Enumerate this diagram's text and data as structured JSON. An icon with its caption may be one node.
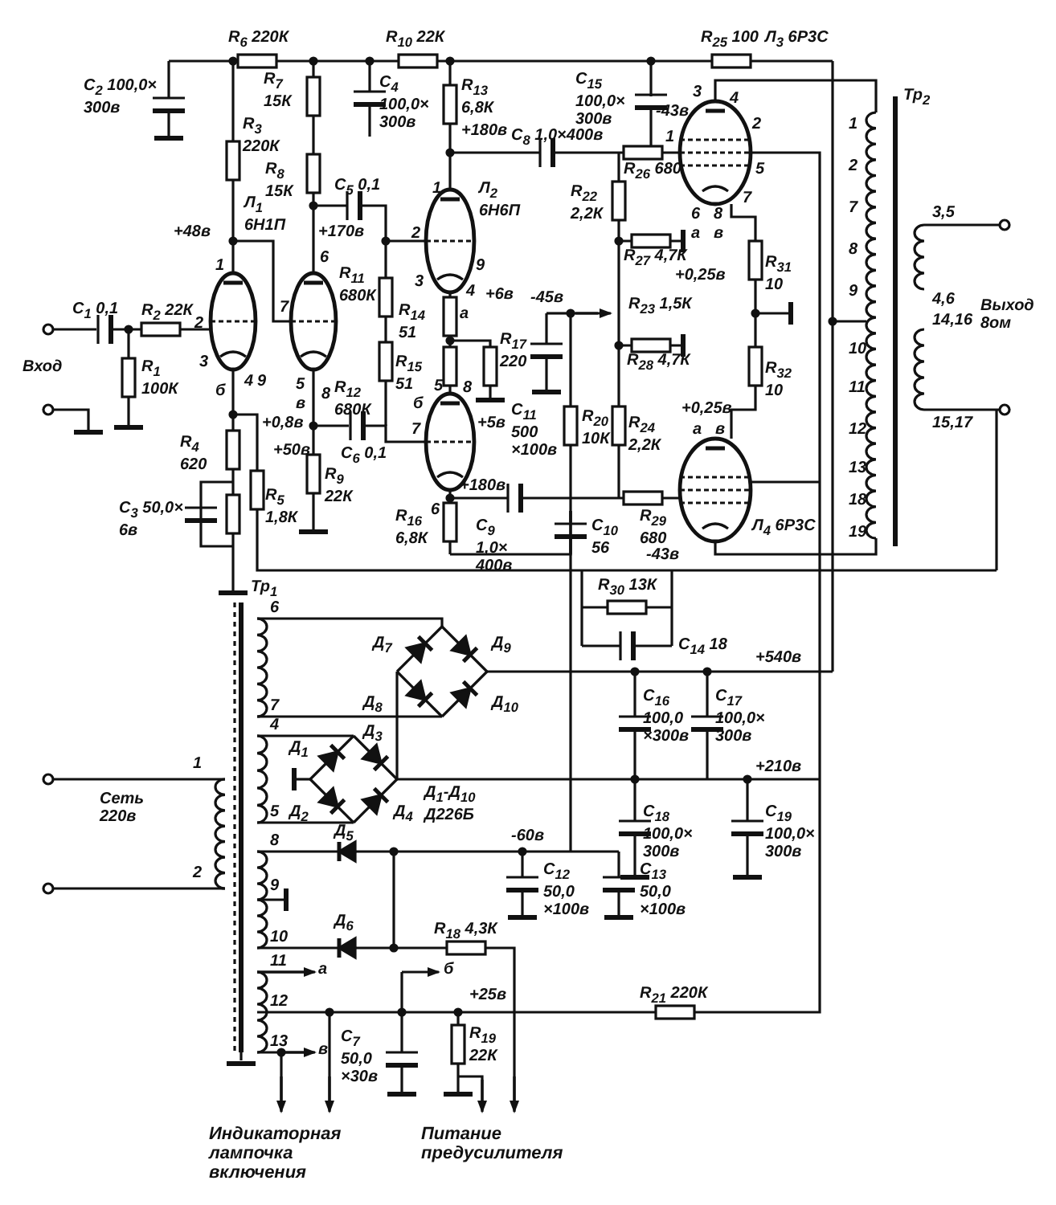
{
  "diagram": {
    "labels": [
      "R$_{6}$ 220К",
      "R$_{10}$ 22К",
      "R$_{25}$ 100",
      "Л$_{3}$ 6Р3С",
      "C$_{2}$ 100,0× 300в",
      "R$_{7}$ 15К",
      "C$_{4}$ 100,0× 300в",
      "R$_{13}$ 6,8К",
      "C$_{15}$ 100,0× 300в",
      "+180в",
      "C$_{8}$ 1,0×400в",
      "R$_{3}$ 220К",
      "R$_{8}$ 15К",
      "C$_{5}$ 0,1",
      "R$_{26}$ 680",
      "Л$_{2}$ 6Н6П",
      "R$_{22}$ 2,2К",
      "-43в",
      "Л$_{1}$ 6Н1П",
      "+48в",
      "+170в",
      "R$_{11}$ 680К",
      "+6в",
      "R$_{14}$ 51",
      "+0,25в",
      "R$_{27}$ 4,7К",
      "R$_{31}$ 10",
      "Тр$_{2}$",
      "R$_{17}$ 220",
      "R$_{15}$ 51",
      "-45в",
      "R$_{23}$ 1,5К",
      "R$_{28}$ 4,7К",
      "R$_{32}$ 10",
      "Выход 8ом",
      "C$_{1}$ 0,1",
      "R$_{2}$ 22К",
      "Вход",
      "R$_{1}$ 100К",
      "+0,8в",
      "R$_{12}$ 680К",
      "+50в",
      "C$_{6}$ 0,1",
      "+5в",
      "C$_{11}$ 500 ×100в",
      "R$_{20}$ 10К",
      "R$_{24}$ 2,2К",
      "+0,25в",
      "R$_{4}$ 620",
      "R$_{9}$ 22К",
      "R$_{16}$ 6,8К",
      "+180в",
      "C$_{3}$ 50,0× 6в",
      "R$_{5}$ 1,8К",
      "C$_{9}$ 1,0× 400в",
      "C$_{10}$ 56",
      "R$_{29}$ 680",
      "-43в",
      "Л$_{4}$ 6Р3С",
      "R$_{30}$ 13К",
      "C$_{14}$ 18",
      "Тр$_{1}$",
      "Д$_{7}$",
      "Д$_{9}$",
      "Д$_{8}$",
      "Д$_{10}$",
      "+540в",
      "C$_{16}$ 100,0 ×300в",
      "C$_{17}$ 100,0× 300в",
      "Д$_{3}$",
      "Д$_{1}$",
      "Д$_{2}$",
      "Д$_{4}$",
      "Сеть 220в",
      "Д$_{1}$-Д$_{10}$ Д226Б",
      "+210в",
      "C$_{18}$ 100,0× 300в",
      "C$_{19}$ 100,0× 300в",
      "-60в",
      "Д$_{5}$",
      "Д$_{6}$",
      "C$_{12}$ 50,0 ×100в",
      "C$_{13}$ 50,0 ×100в",
      "R$_{18}$ 4,3К",
      "а",
      "б",
      "+25в",
      "R$_{21}$ 220К",
      "в",
      "C$_{7}$ 50,0 ×30в",
      "R$_{19}$ 22К",
      "Индикаторная лампочка включения",
      "Питание предусилителя",
      "1",
      "2",
      "3",
      "4",
      "9",
      "б",
      "6",
      "7",
      "5",
      "8",
      "в",
      "1",
      "2",
      "3",
      "4",
      "9",
      "а",
      "б",
      "5",
      "8",
      "7",
      "6",
      "3",
      "4",
      "2",
      "5",
      "1",
      "6",
      "8",
      "7",
      "а",
      "в",
      "а",
      "в",
      "1",
      "2",
      "7",
      "8",
      "9",
      "10",
      "11",
      "12",
      "13",
      "18",
      "19",
      "3,5",
      "4,6",
      "14,16",
      "15,17",
      "6",
      "7",
      "4",
      "5",
      "1",
      "2",
      "8",
      "9",
      "10",
      "11",
      "12",
      "13"
    ]
  }
}
